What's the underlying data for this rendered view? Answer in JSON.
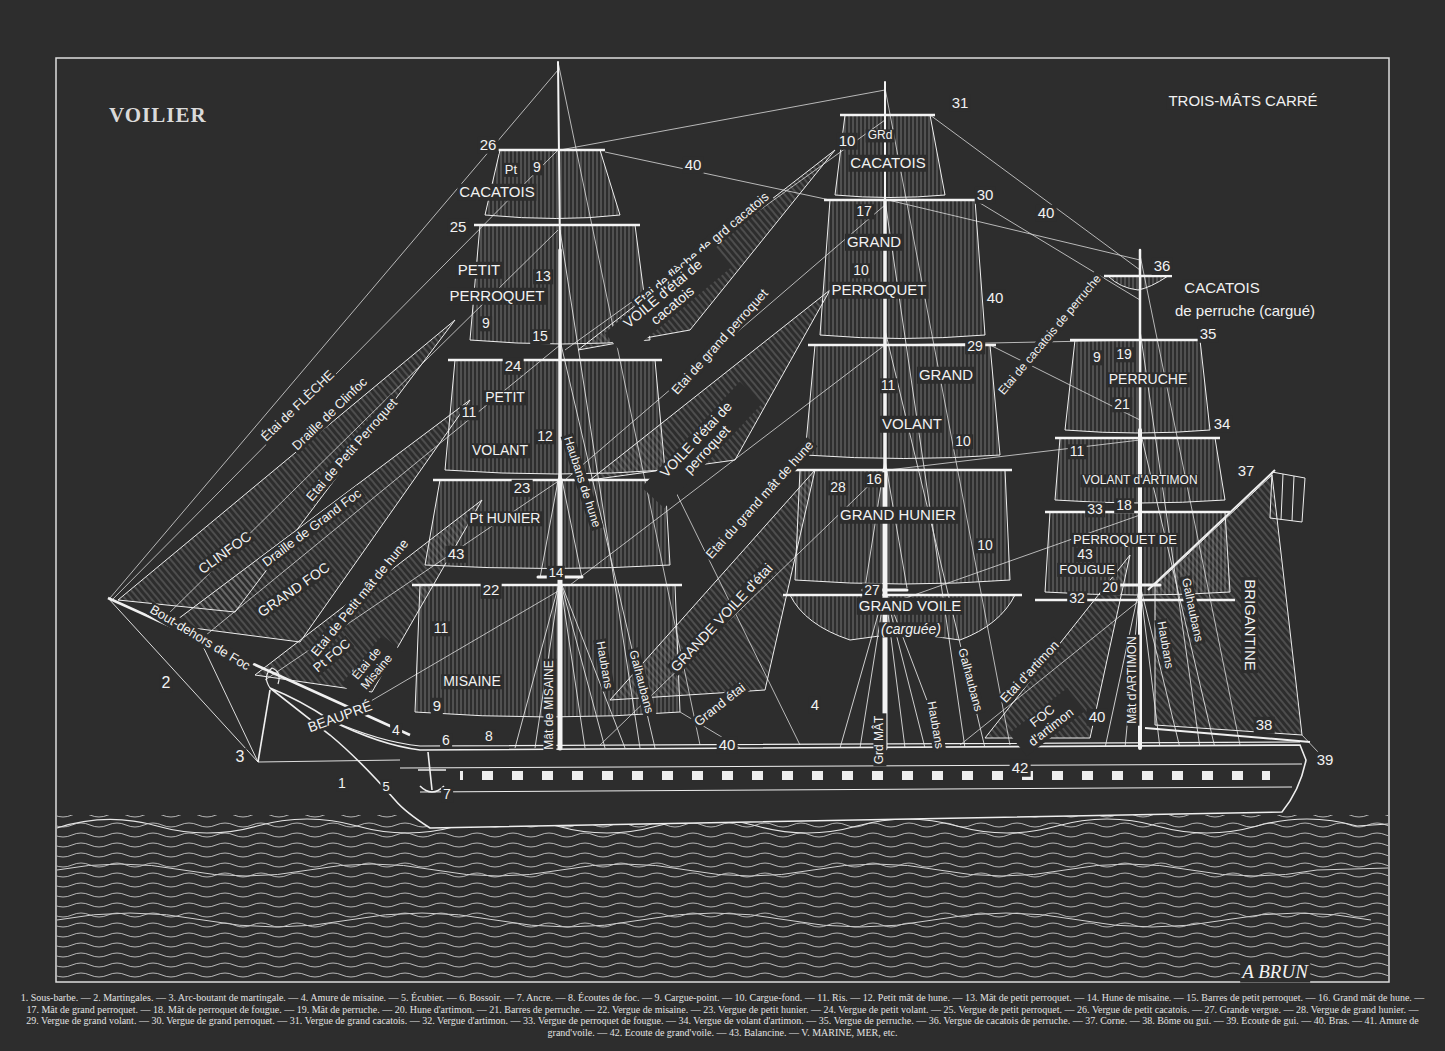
{
  "diagram": {
    "title": "VOILIER",
    "caption": "1. Sous-barbe. — 2. Martingales. — 3. Arc-boutant de martingale. — 4. Amure de misaine. — 5. Écubier. — 6. Bossoir. — 7. Ancre. — 8. Écoutes de foc. — 9. Cargue-point. — 10. Cargue-fond. — 11. Ris. — 12. Petit mât de hune. — 13. Mât de petit perroquet. — 14. Hune de misaine. — 15. Barres de petit perroquet. — 16. Grand mât de hune. — 17. Mât de grand perroquet. — 18. Mât de perroquet de fougue. — 19. Mât de perruche. — 20. Hune d'artimon. — 21. Barres de perruche. — 22. Vergue de misaine. — 23. Vergue de petit hunier. — 24. Vergue de petit volant. — 25. Vergue de petit perroquet. — 26. Vergue de petit cacatois. — 27. Grande vergue. — 28. Vergue de grand hunier. — 29. Vergue de grand volant. — 30. Vergue de grand perroquet. — 31. Vergue de grand cacatois. — 32. Vergue d'artimon. — 33. Vergue de perroquet de fougue. — 34. Vergue de volant d'artimon. — 35. Vergue de perruche. — 36. Vergue de cacatois de perruche. — 37. Corne. — 38. Bôme ou gui. — 39. Ecoute de gui. — 40. Bras. — 41. Amure de grand'voile. — 42. Ecoute de grand'voile. — 43. Balancine. — V. MARINE, MER, etc.",
    "labels": [
      "TROIS-MÂTS CARRÉ",
      "26",
      "Pt",
      "9",
      "CACATOIS",
      "25",
      "40",
      "PETIT",
      "13",
      "PERROQUET",
      "9",
      "15",
      "24",
      "PETIT",
      "11",
      "12",
      "VOLANT",
      "23",
      "Pt HUNIER",
      "43",
      "14",
      "22",
      "11",
      "MISAINE",
      "9",
      "4",
      "6",
      "8",
      "1",
      "5",
      "7",
      "2",
      "3",
      "Bout-dehors de Foc",
      "BEAUPRÉ",
      "Pt FOC",
      "Étai de Misaine",
      "Etai de Petit mât de hune",
      "GRAND FOC",
      "Draille de Grand Foc",
      "CLINFOC",
      "Etai de Petit Perroquet",
      "Étai de FLÈCHE",
      "Draille de Clinfoc",
      "Etai de flèche de grd cacatois",
      "VOILE d'étai de cacatois",
      "Etai de grand perroquet",
      "VOILE d'étai de perroquet",
      "Haubans de hune",
      "Etai du grand mât de hune",
      "GRANDE VOILE d'étai",
      "Galhaubans",
      "Haubans",
      "Mât de MISAINE",
      "Grand étai",
      "40",
      "4",
      "10",
      "GRd",
      "CACATOIS",
      "31",
      "17",
      "30",
      "40",
      "GRAND",
      "10",
      "PERROQUET",
      "40",
      "29",
      "11",
      "GRAND",
      "VOLANT",
      "10",
      "28",
      "16",
      "GRAND HUNIER",
      "10",
      "27",
      "GRAND VOILE",
      "(carguée)",
      "Galhaubans",
      "Haubans",
      "Grd MÂT",
      "Etai d'artimon",
      "FOC d'artimon",
      "40",
      "42",
      "Etai de cacatois de perruche",
      "36",
      "CACATOIS",
      "de perruche (cargué)",
      "35",
      "9",
      "19",
      "PERRUCHE",
      "21",
      "34",
      "11",
      "37",
      "VOLANT d'ARTIMON",
      "33",
      "18",
      "PERROQUET DE",
      "43",
      "FOUGUE",
      "20",
      "32",
      "Galhaubans",
      "Haubans",
      "Mât d'ARTIMON",
      "BRIGANTINE",
      "38",
      "39",
      "A BRUN"
    ]
  }
}
